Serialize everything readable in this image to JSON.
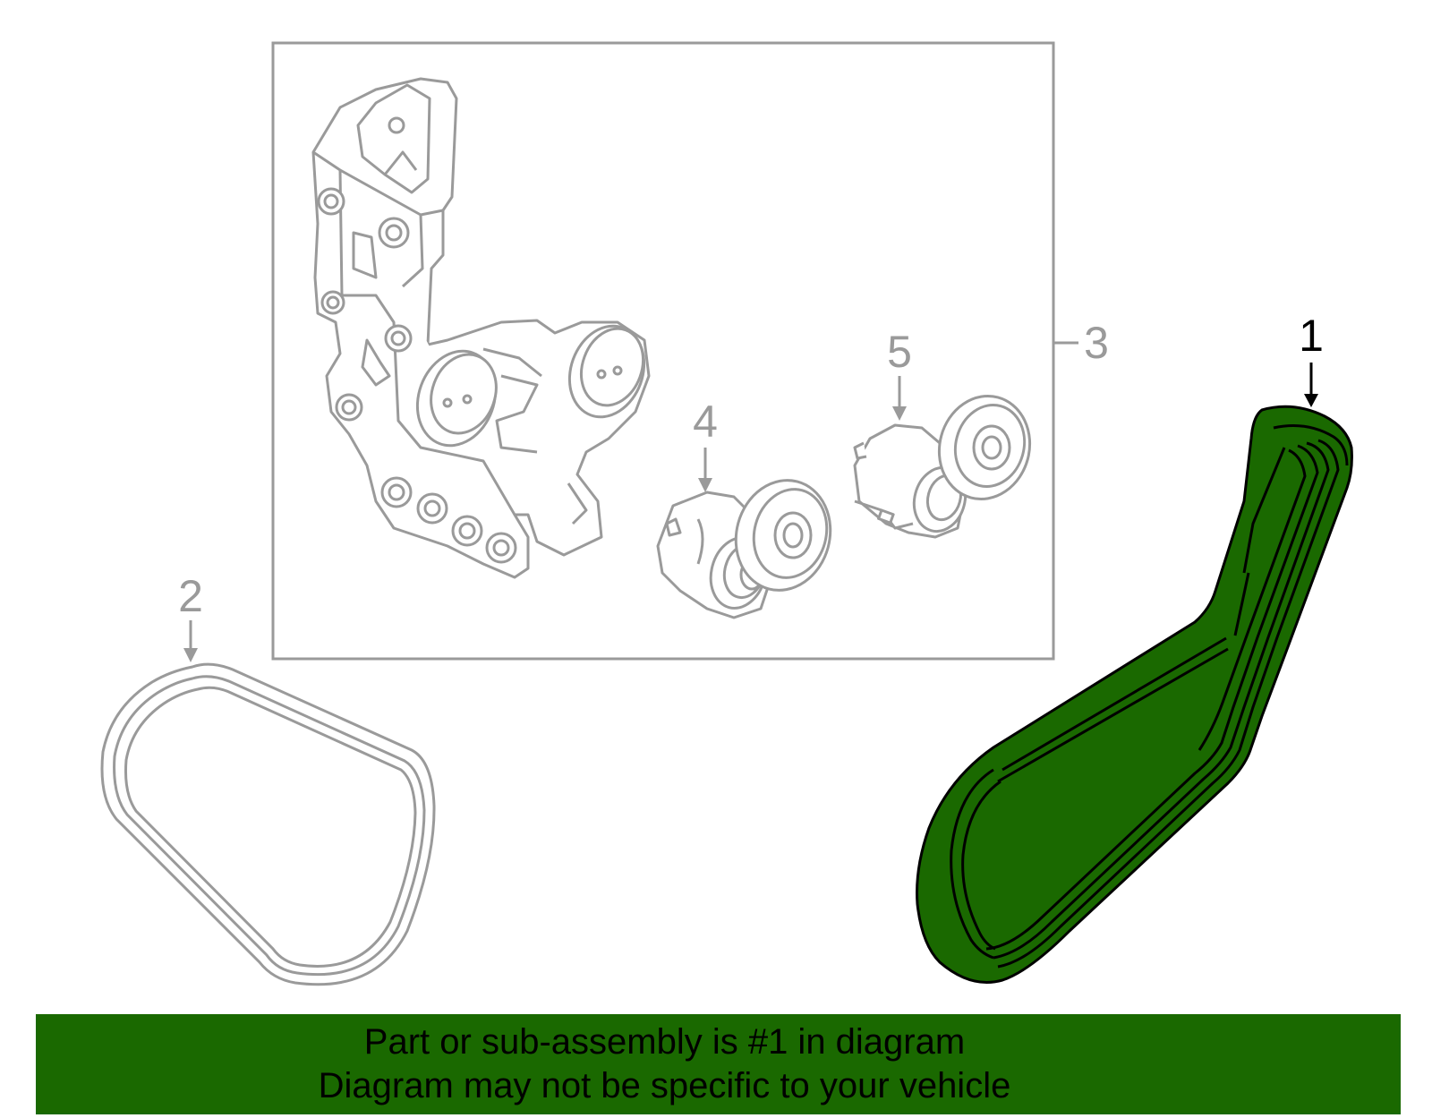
{
  "colors": {
    "highlight": "#1a6900",
    "part_line": "#9a9a9a",
    "outline": "#000000",
    "background": "#ffffff"
  },
  "callouts": {
    "c1": "1",
    "c2": "2",
    "c3": "3",
    "c4": "4",
    "c5": "5"
  },
  "highlighted_part": "1",
  "banner": {
    "line1": "Part or sub-assembly is #1 in diagram",
    "line2": "Diagram may not be specific to your vehicle"
  }
}
